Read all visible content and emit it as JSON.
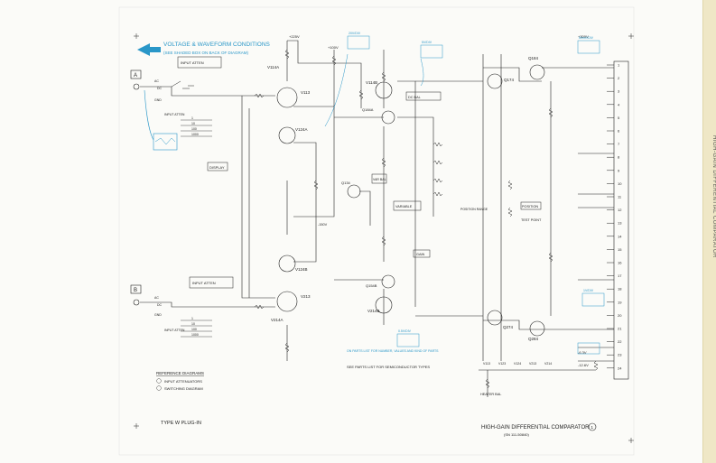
{
  "diagram": {
    "title": "HIGH-GAIN DIFFERENTIAL COMPARATOR",
    "subtitle": "(SN 111-50840)",
    "plugin": "TYPE W PLUG-IN",
    "diagram_number": "1",
    "side_label": "HIGH-GAIN DIFFERENTIAL COMPARATOR",
    "voltage_note": "VOLTAGE & WAVEFORM CONDITIONS",
    "voltage_note_sub": "(SEE SHADED BOX ON BACK OF DIAGRAM)",
    "reference_heading": "REFERENCE DIAGRAMS",
    "references": [
      "INPUT ATTENUATORS",
      "SWITCHING DIAGRAM"
    ],
    "note_parts_1": "SEE PARTS LIST FOR SEMICONDUCTOR TYPES",
    "note_parts_2": "ON PARTS LIST FOR NUMBER, VALUES AND KIND OF PARTS",
    "colors": {
      "accent": "#2a97c8",
      "ink": "#222222",
      "tab": "#efe7c6"
    }
  },
  "inputs": {
    "a_label": "A",
    "b_label": "B",
    "a_atten": "INPUT ATTEN",
    "b_atten": "INPUT ATTEN",
    "ac": "AC",
    "gnd": "GND",
    "dc": "DC",
    "attenuation_steps": [
      "1",
      "10",
      "100",
      "1000"
    ],
    "mode": "INPUT ATTEN",
    "display_box": "DISPLAY"
  },
  "tubes": [
    "V113",
    "V124A",
    "V124B",
    "V213",
    "V114A",
    "V214A",
    "V114B",
    "V214B"
  ],
  "transistors": [
    "Q184A",
    "Q134",
    "Q154B",
    "Q174",
    "Q184",
    "Q274",
    "Q284"
  ],
  "controls": {
    "var_bal": "VAR BAL",
    "var_bal2": "VARIABLE",
    "dc_bal": "DC BAL",
    "position": "POSITION",
    "test_point": "TEST POINT",
    "gain": "GAIN",
    "heater_bal": "HEATER BAL",
    "position_range": "POSITION RANGE"
  },
  "supplies": [
    "+225V",
    "-150V",
    "+100V",
    "+300V",
    "-6.3V",
    "-12.6V"
  ],
  "connector_pins": [
    "1",
    "2",
    "3",
    "4",
    "5",
    "6",
    "7",
    "8",
    "9",
    "10",
    "11",
    "12",
    "13",
    "14",
    "15",
    "16",
    "17",
    "18",
    "19",
    "20",
    "21",
    "22",
    "23",
    "24"
  ],
  "bottom_tubes": [
    "V113",
    "V123",
    "V124",
    "V213",
    "V214"
  ],
  "waveform_labels": [
    "20V/DIV",
    "5V/DIV",
    "50mV/DIV",
    "0.5V/DIV",
    "1V/DIV"
  ]
}
